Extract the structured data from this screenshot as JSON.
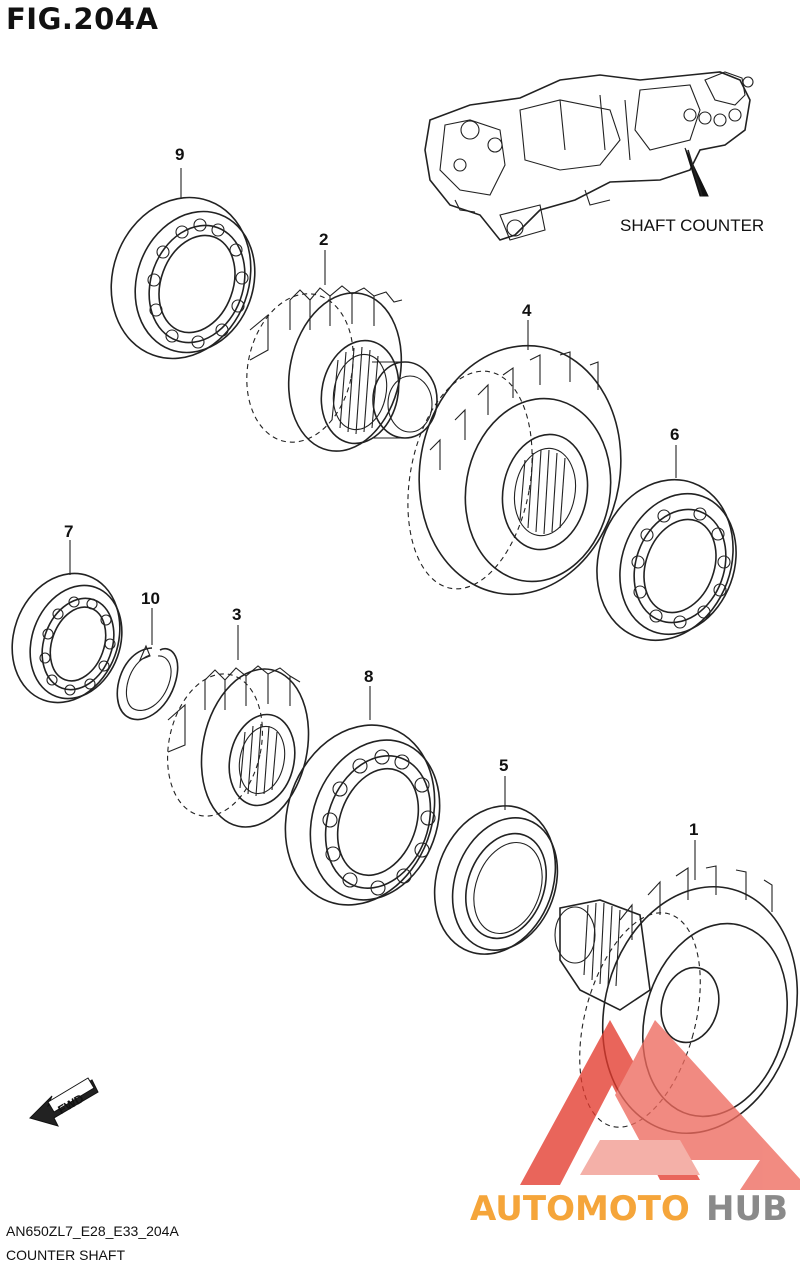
{
  "figure": {
    "title": "FIG.204A",
    "model_code": "AN650ZL7_E28_E33_204A",
    "section_name": "COUNTER SHAFT"
  },
  "locator": {
    "label": "SHAFT COUNTER"
  },
  "direction_tag": "FWD",
  "callouts": [
    "1",
    "2",
    "3",
    "4",
    "5",
    "6",
    "7",
    "8",
    "9",
    "10"
  ],
  "watermark": {
    "part1": "AUTOMOTO",
    "part2": "HUB",
    "color_orange": "#f5a53a",
    "color_gray": "#8a8a8a",
    "color_red": "#e33b2e"
  }
}
